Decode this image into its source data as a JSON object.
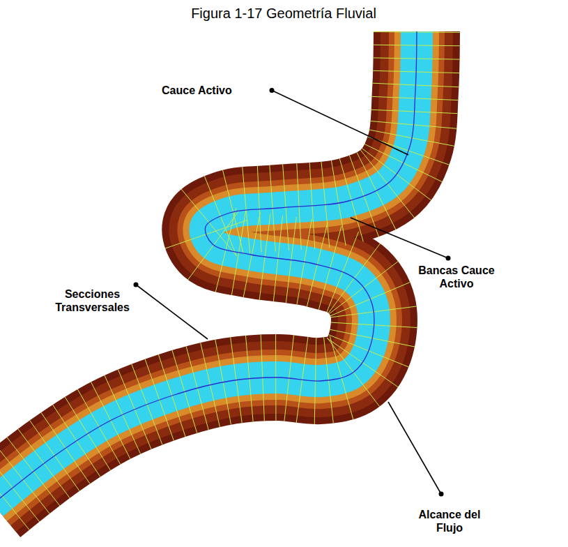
{
  "diagram": {
    "title": "Figura 1-17 Geometría Fluvial",
    "labels": [
      "Cauce Activo",
      "Bancas Cauce Activo",
      "Secciones Transversales",
      "Alcance del Flujo"
    ]
  }
}
